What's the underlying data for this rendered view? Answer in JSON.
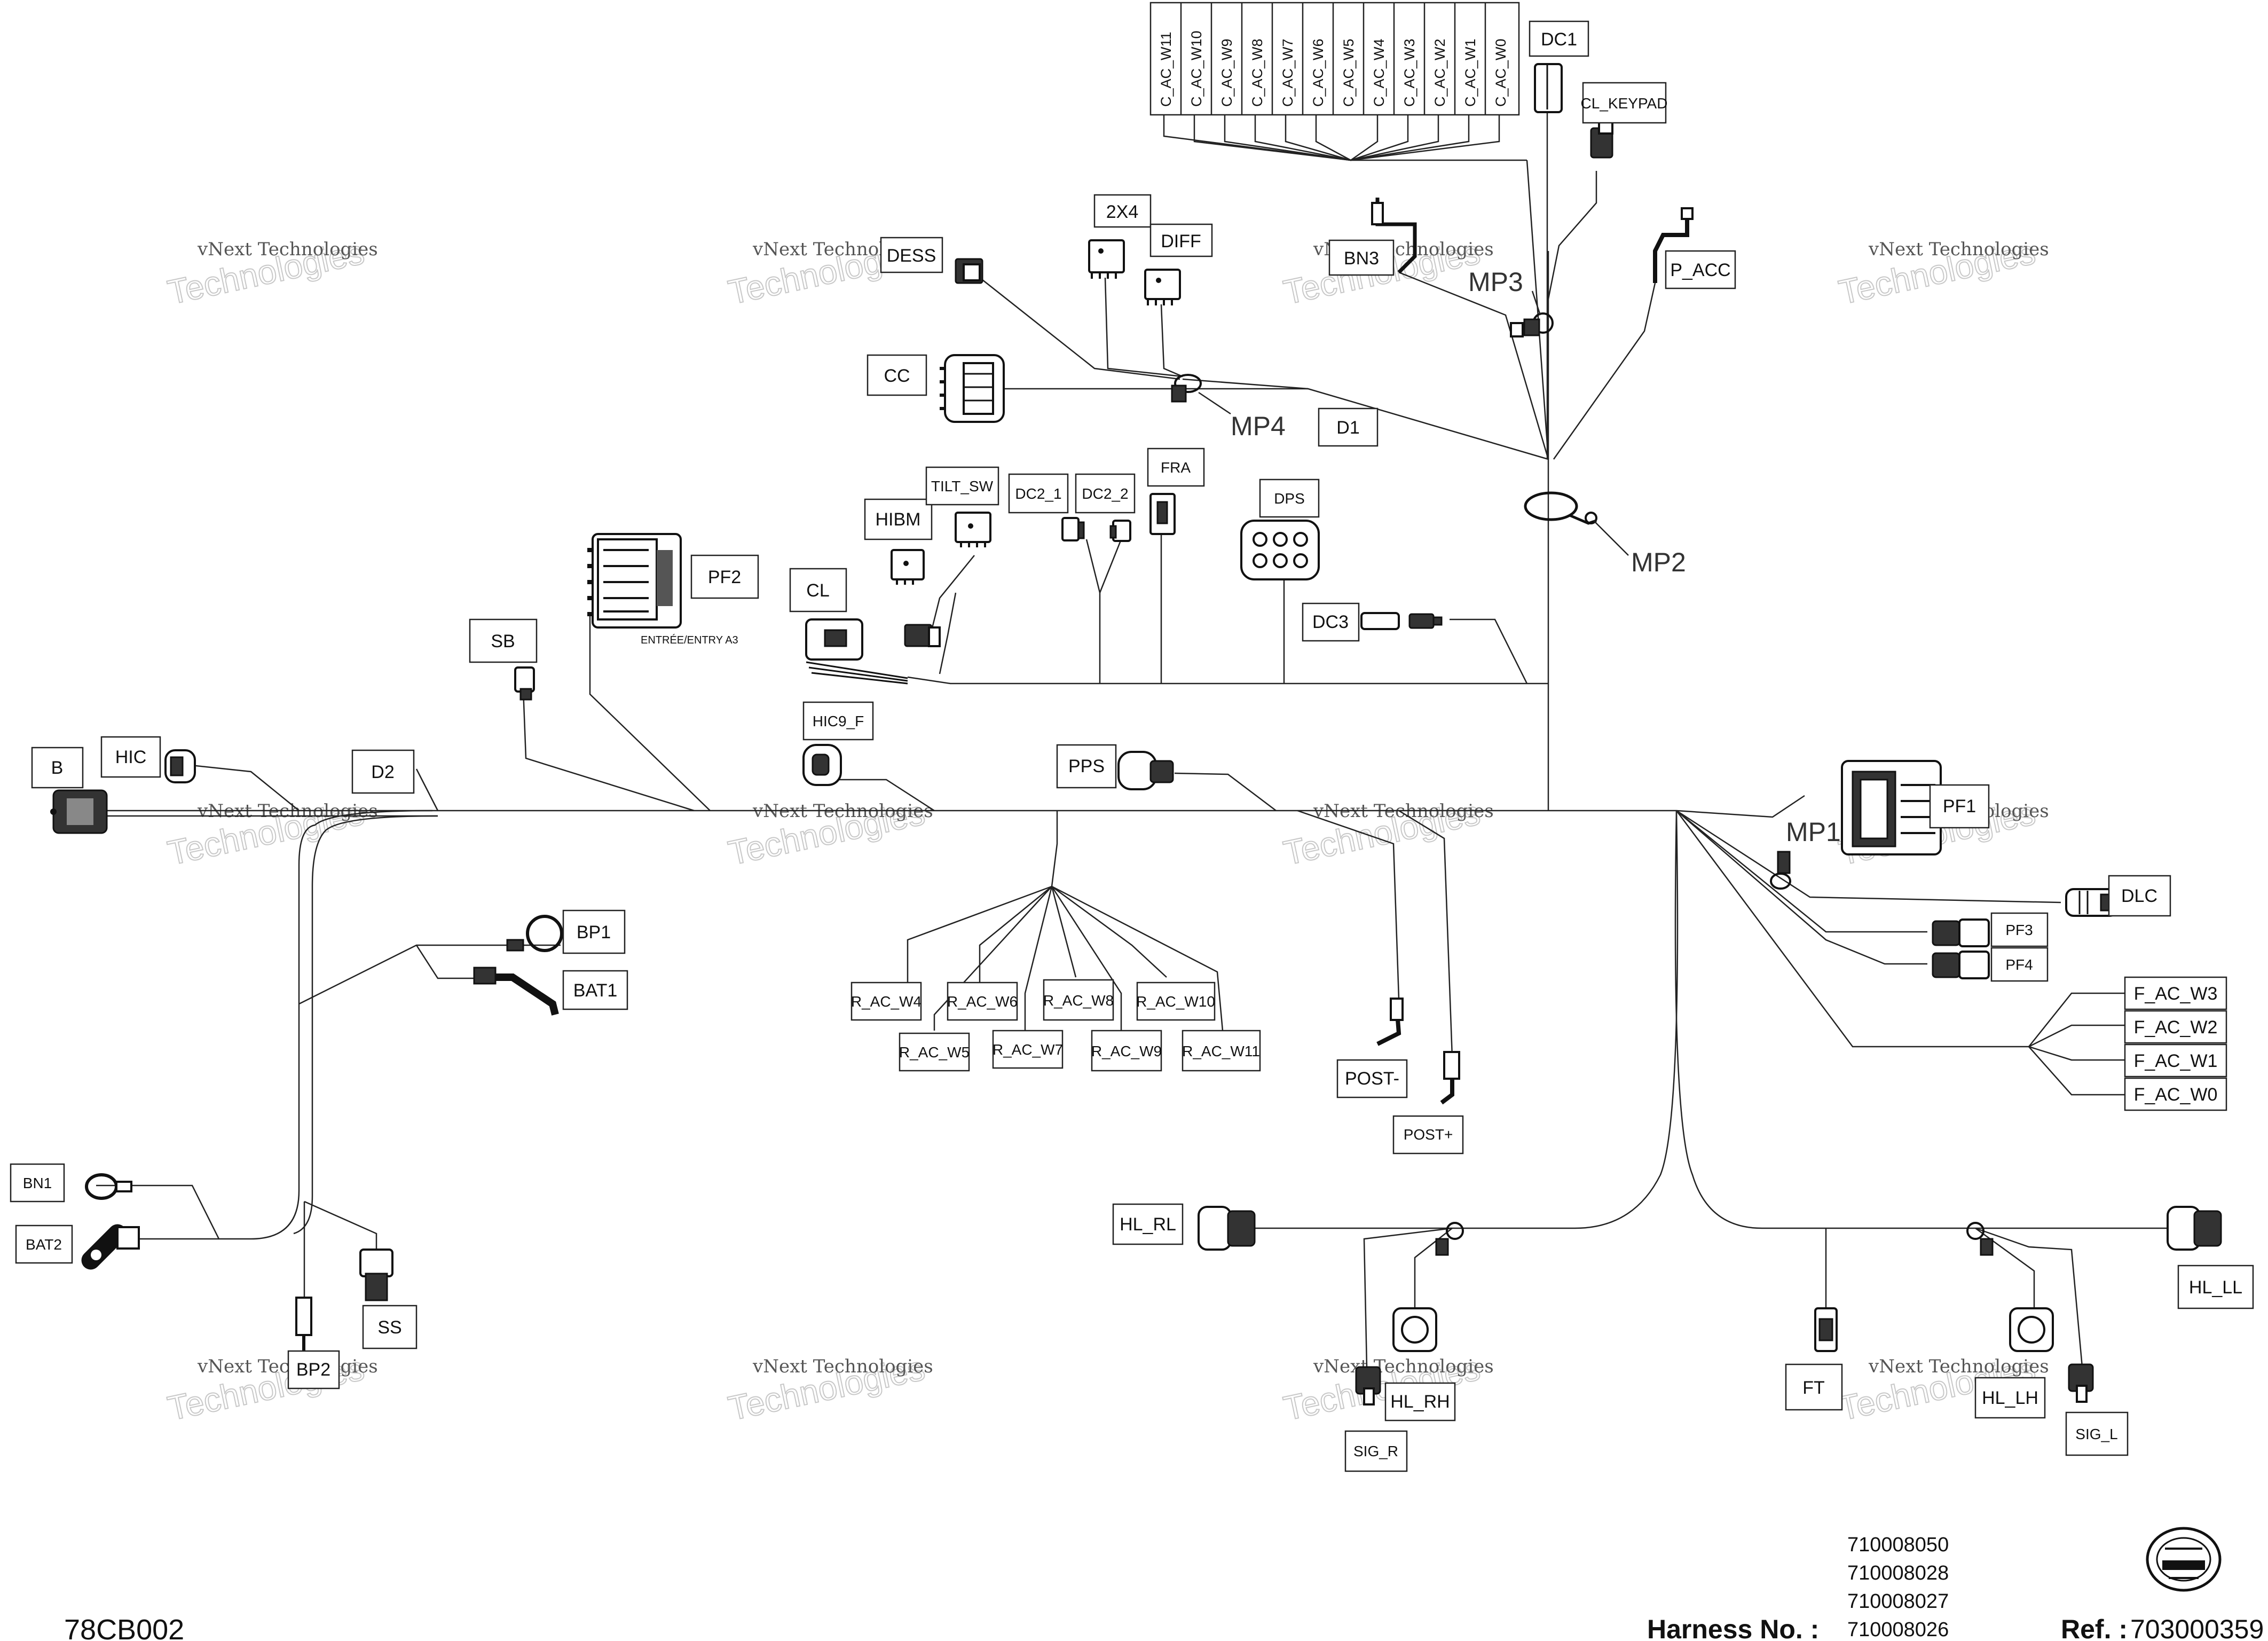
{
  "wires": [
    [
      80,
      1518,
      3140,
      1518
    ],
    [
      2900,
      1518,
      2900,
      470
    ],
    [
      2880,
      820,
      2880,
      920
    ],
    [
      1890,
      730,
      2900,
      730
    ],
    [
      1660,
      1280,
      2900,
      1280
    ],
    [
      2900,
      1518,
      2900,
      1160
    ],
    [
      2900,
      860,
      2900,
      830
    ],
    [
      1980,
      1518,
      2310,
      1518
    ],
    [
      2900,
      1518,
      3140,
      1518
    ],
    [
      580,
      1518,
      930,
      1518
    ]
  ],
  "labels": [
    {
      "id": "lbl-dc1",
      "text": "DC1"
    },
    {
      "id": "lbl-cl-keypad",
      "text": "CL_KEYPAD"
    },
    {
      "id": "lbl-dess",
      "text": "DESS"
    },
    {
      "id": "lbl-2x4",
      "text": "2X4"
    },
    {
      "id": "lbl-diff",
      "text": "DIFF"
    },
    {
      "id": "lbl-bn3",
      "text": "BN3"
    },
    {
      "id": "lbl-p-acc",
      "text": "P_ACC"
    },
    {
      "id": "lbl-cc",
      "text": "CC"
    },
    {
      "id": "lbl-d1",
      "text": "D1"
    },
    {
      "id": "lbl-hibm",
      "text": "HIBM"
    },
    {
      "id": "lbl-tilt-sw",
      "text": "TILT_SW"
    },
    {
      "id": "lbl-dc2-1",
      "text": "DC2_1"
    },
    {
      "id": "lbl-dc2-2",
      "text": "DC2_2"
    },
    {
      "id": "lbl-fra",
      "text": "FRA"
    },
    {
      "id": "lbl-dps",
      "text": "DPS"
    },
    {
      "id": "lbl-pf2",
      "text": "PF2"
    },
    {
      "id": "lbl-cl",
      "text": "CL"
    },
    {
      "id": "lbl-sb",
      "text": "SB"
    },
    {
      "id": "lbl-dc3",
      "text": "DC3"
    },
    {
      "id": "lbl-b",
      "text": "B"
    },
    {
      "id": "lbl-hic",
      "text": "HIC"
    },
    {
      "id": "lbl-d2",
      "text": "D2"
    },
    {
      "id": "lbl-hic9-f",
      "text": "HIC9_F"
    },
    {
      "id": "lbl-pps",
      "text": "PPS"
    },
    {
      "id": "lbl-pf1",
      "text": "PF1"
    },
    {
      "id": "lbl-dlc",
      "text": "DLC"
    },
    {
      "id": "lbl-pf3",
      "text": "PF3"
    },
    {
      "id": "lbl-pf4",
      "text": "PF4"
    },
    {
      "id": "lbl-bp1",
      "text": "BP1"
    },
    {
      "id": "lbl-bat1",
      "text": "BAT1"
    },
    {
      "id": "lbl-r-ac-w4",
      "text": "R_AC_W4"
    },
    {
      "id": "lbl-r-ac-w6",
      "text": "R_AC_W6"
    },
    {
      "id": "lbl-r-ac-w8",
      "text": "R_AC_W8"
    },
    {
      "id": "lbl-r-ac-w10",
      "text": "R_AC_W10"
    },
    {
      "id": "lbl-r-ac-w5",
      "text": "R_AC_W5"
    },
    {
      "id": "lbl-r-ac-w7",
      "text": "R_AC_W7"
    },
    {
      "id": "lbl-r-ac-w9",
      "text": "R_AC_W9"
    },
    {
      "id": "lbl-r-ac-w11",
      "text": "R_AC_W11"
    },
    {
      "id": "lbl-f-ac-w3",
      "text": "F_AC_W3"
    },
    {
      "id": "lbl-f-ac-w2",
      "text": "F_AC_W2"
    },
    {
      "id": "lbl-f-ac-w1",
      "text": "F_AC_W1"
    },
    {
      "id": "lbl-f-ac-w0",
      "text": "F_AC_W0"
    },
    {
      "id": "lbl-post-minus",
      "text": "POST-"
    },
    {
      "id": "lbl-post-plus",
      "text": "POST+"
    },
    {
      "id": "lbl-bn1",
      "text": "BN1"
    },
    {
      "id": "lbl-bat2",
      "text": "BAT2"
    },
    {
      "id": "lbl-hl-rl",
      "text": "HL_RL"
    },
    {
      "id": "lbl-hl-ll",
      "text": "HL_LL"
    },
    {
      "id": "lbl-ss",
      "text": "SS"
    },
    {
      "id": "lbl-bp2",
      "text": "BP2"
    },
    {
      "id": "lbl-ft",
      "text": "FT"
    },
    {
      "id": "lbl-hl-rh",
      "text": "HL_RH"
    },
    {
      "id": "lbl-hl-lh",
      "text": "HL_LH"
    },
    {
      "id": "lbl-sig-r",
      "text": "SIG_R"
    },
    {
      "id": "lbl-sig-l",
      "text": "SIG_L"
    }
  ],
  "c_ac_labels": [
    "C_AC_W11",
    "C_AC_W10",
    "C_AC_W9",
    "C_AC_W8",
    "C_AC_W7",
    "C_AC_W6",
    "C_AC_W5",
    "C_AC_W4",
    "C_AC_W3",
    "C_AC_W2",
    "C_AC_W1",
    "C_AC_W0"
  ],
  "mount_points": {
    "mp1": "MP1",
    "mp2": "MP2",
    "mp3": "MP3",
    "mp4": "MP4"
  },
  "connector_note": "ENTRÉE/ENTRY A3",
  "watermark": {
    "line1": "vNext Technologies",
    "line2": "Technologies"
  },
  "footer": {
    "drawing_code": "78CB002",
    "harness_label": "Harness No. :",
    "harness_numbers": [
      "710008050",
      "710008028",
      "710008027",
      "710008026"
    ],
    "ref_label": "Ref. :",
    "ref_value": "703000359"
  }
}
